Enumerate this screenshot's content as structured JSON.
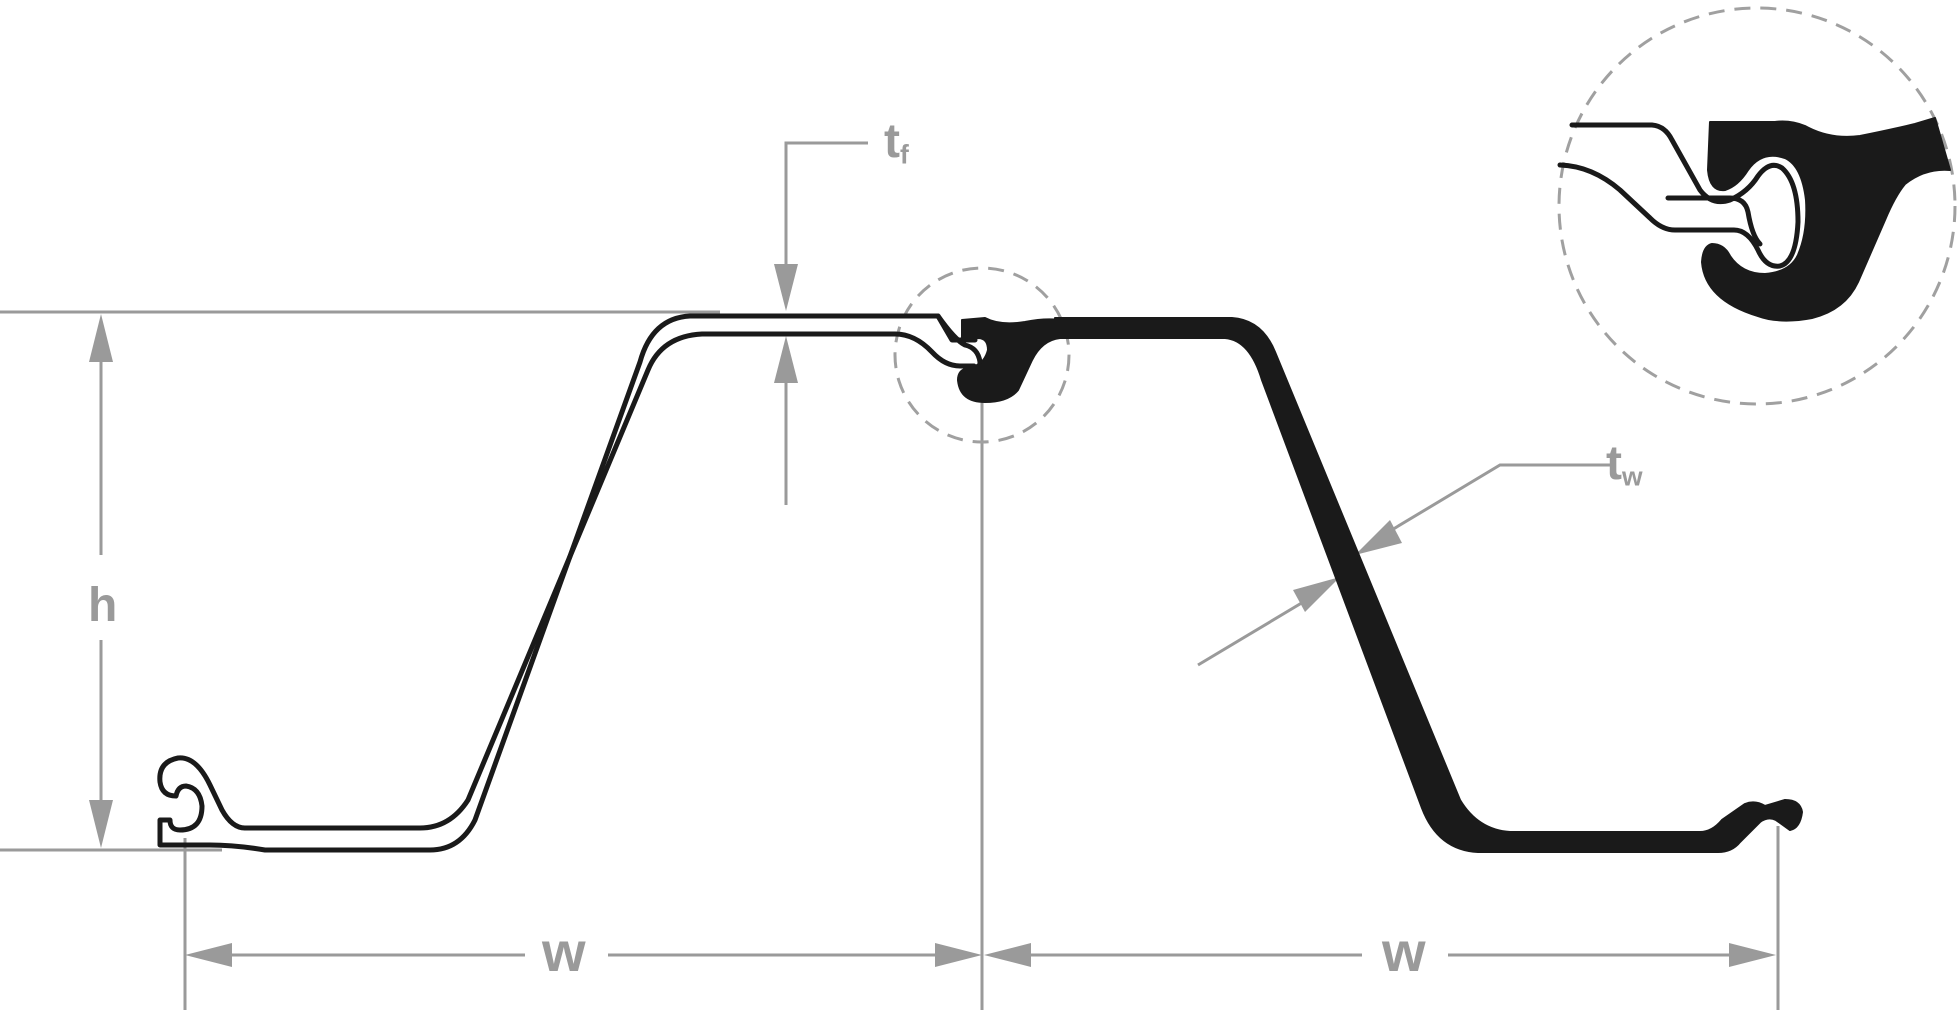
{
  "labels": {
    "height": "h",
    "width_left": "w",
    "width_right": "w",
    "flange_thickness": "t",
    "flange_sub": "f",
    "web_thickness": "t",
    "web_sub": "w"
  },
  "colors": {
    "dimension": "#9a9a9a",
    "section": "#1a1a1a",
    "background": "#ffffff"
  }
}
